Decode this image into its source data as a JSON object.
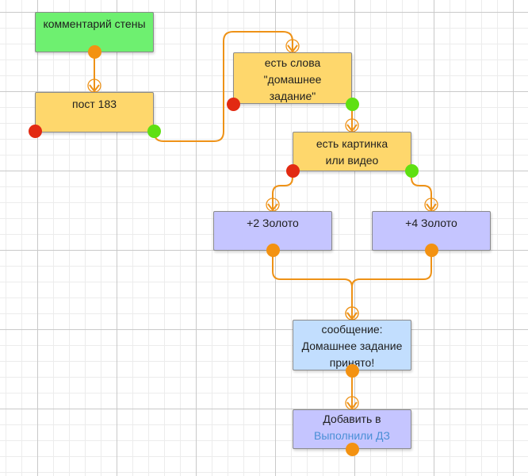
{
  "diagram": {
    "colors": {
      "connector": "#ee9217",
      "start_node": "#6ef070",
      "condition_node": "#fed76c",
      "action_node": "#c5c5ff",
      "message_node": "#c2defe",
      "out_port": "#f39212",
      "no_port": "#e22a12",
      "yes_port": "#5fe012",
      "link_text": "#4a8fd6"
    },
    "nodes": {
      "wall_comment": {
        "line1": "комментарий стены"
      },
      "post_183": {
        "line1": "пост 183"
      },
      "has_words": {
        "line1": "есть слова",
        "line2": "\"домашнее",
        "line3": "задание\""
      },
      "has_picture": {
        "line1": "есть картинка",
        "line2": "или видео"
      },
      "gold_2": {
        "line1": "+2 Золото"
      },
      "gold_4": {
        "line1": "+4 Золото"
      },
      "message": {
        "line1": "сообщение:",
        "line2": "Домашнее задание",
        "line3": "принято!"
      },
      "add_to": {
        "line1": "Добавить в",
        "link": "Выполнили ДЗ"
      }
    }
  }
}
